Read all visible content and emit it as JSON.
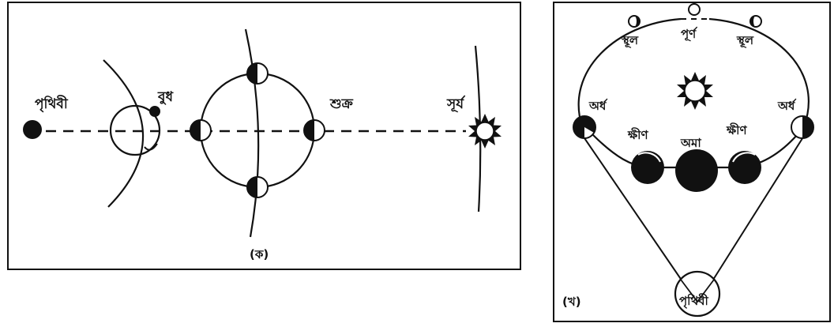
{
  "panel_a": {
    "caption": "(ক)",
    "earth_label": "পৃথিবী",
    "mercury_label": "বুধ",
    "venus_label": "শুক্র",
    "sun_label": "সূর্য"
  },
  "panel_b": {
    "caption": "(খ)",
    "gibbous_left_label": "স্থূল",
    "full_label": "পূর্ণ",
    "gibbous_right_label": "স্থূল",
    "half_left_label": "অর্ধ",
    "half_right_label": "অর্ধ",
    "crescent_left_label": "ক্ষীণ",
    "new_label": "অমা",
    "crescent_right_label": "ক্ষীণ",
    "earth_label": "পৃথিবী"
  }
}
